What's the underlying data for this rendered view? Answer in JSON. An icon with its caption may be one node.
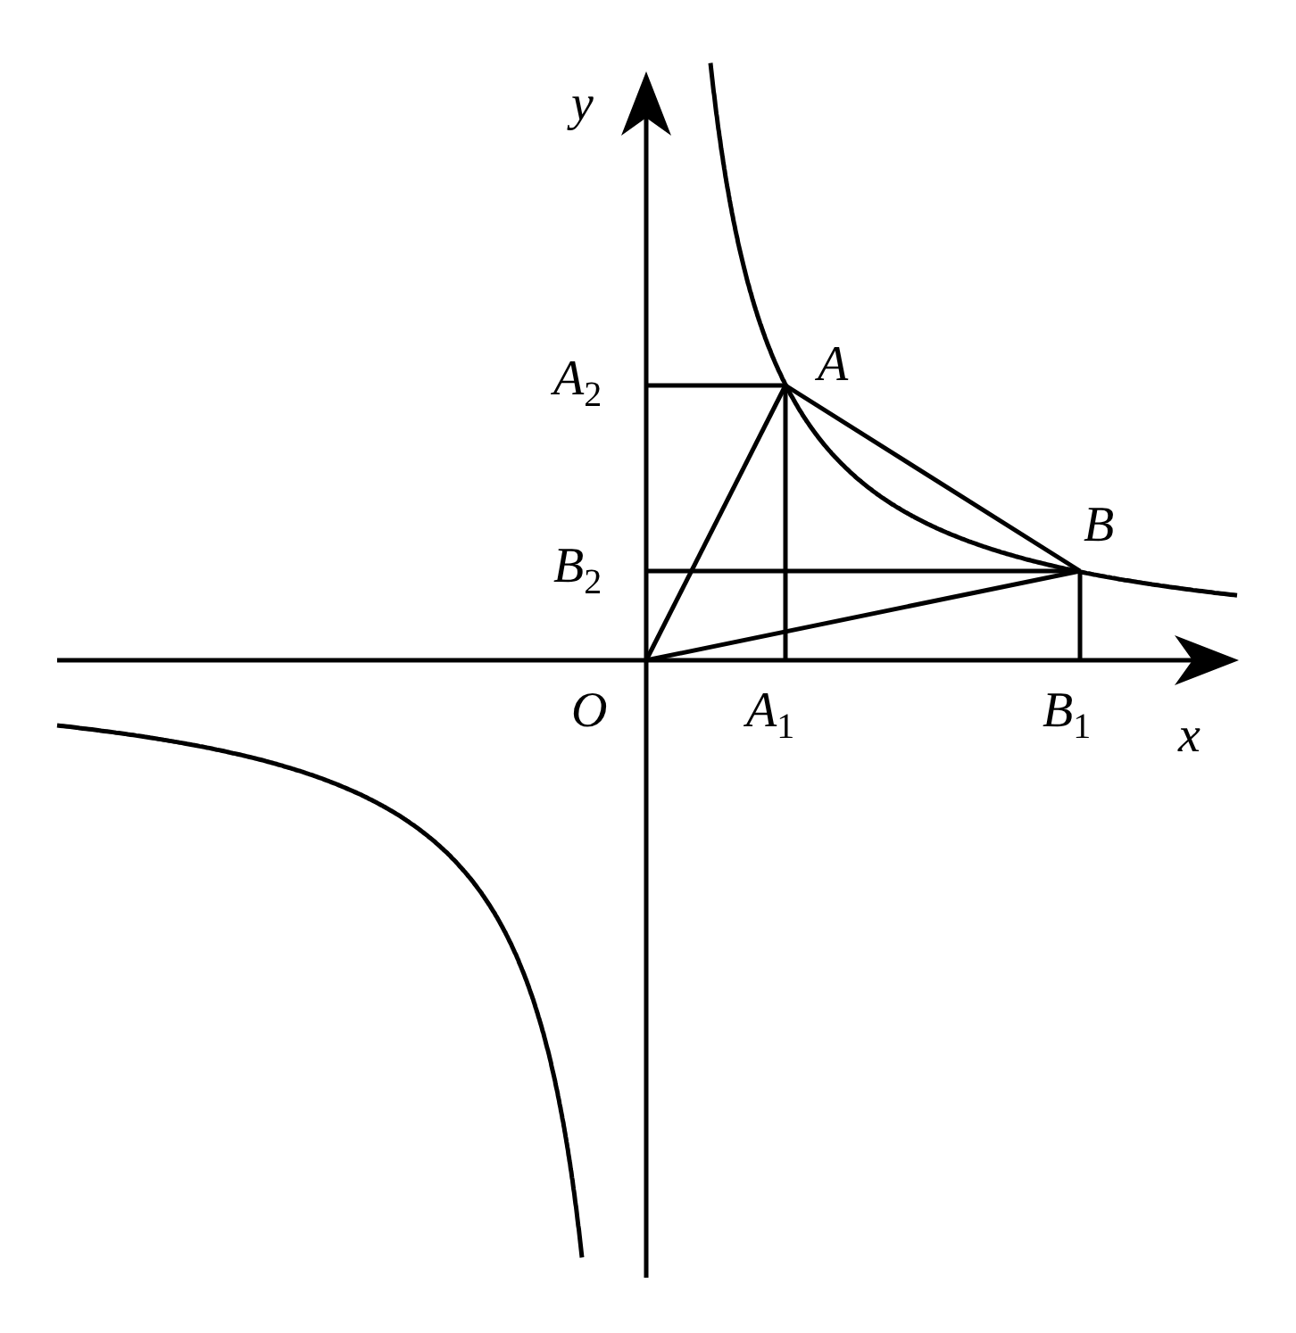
{
  "diagram": {
    "labels": [
      "y",
      "A$_{2}$",
      "A",
      "B$_{2}$",
      "B",
      "O",
      "A$_{1}$",
      "B$_{1}$",
      "x"
    ]
  }
}
